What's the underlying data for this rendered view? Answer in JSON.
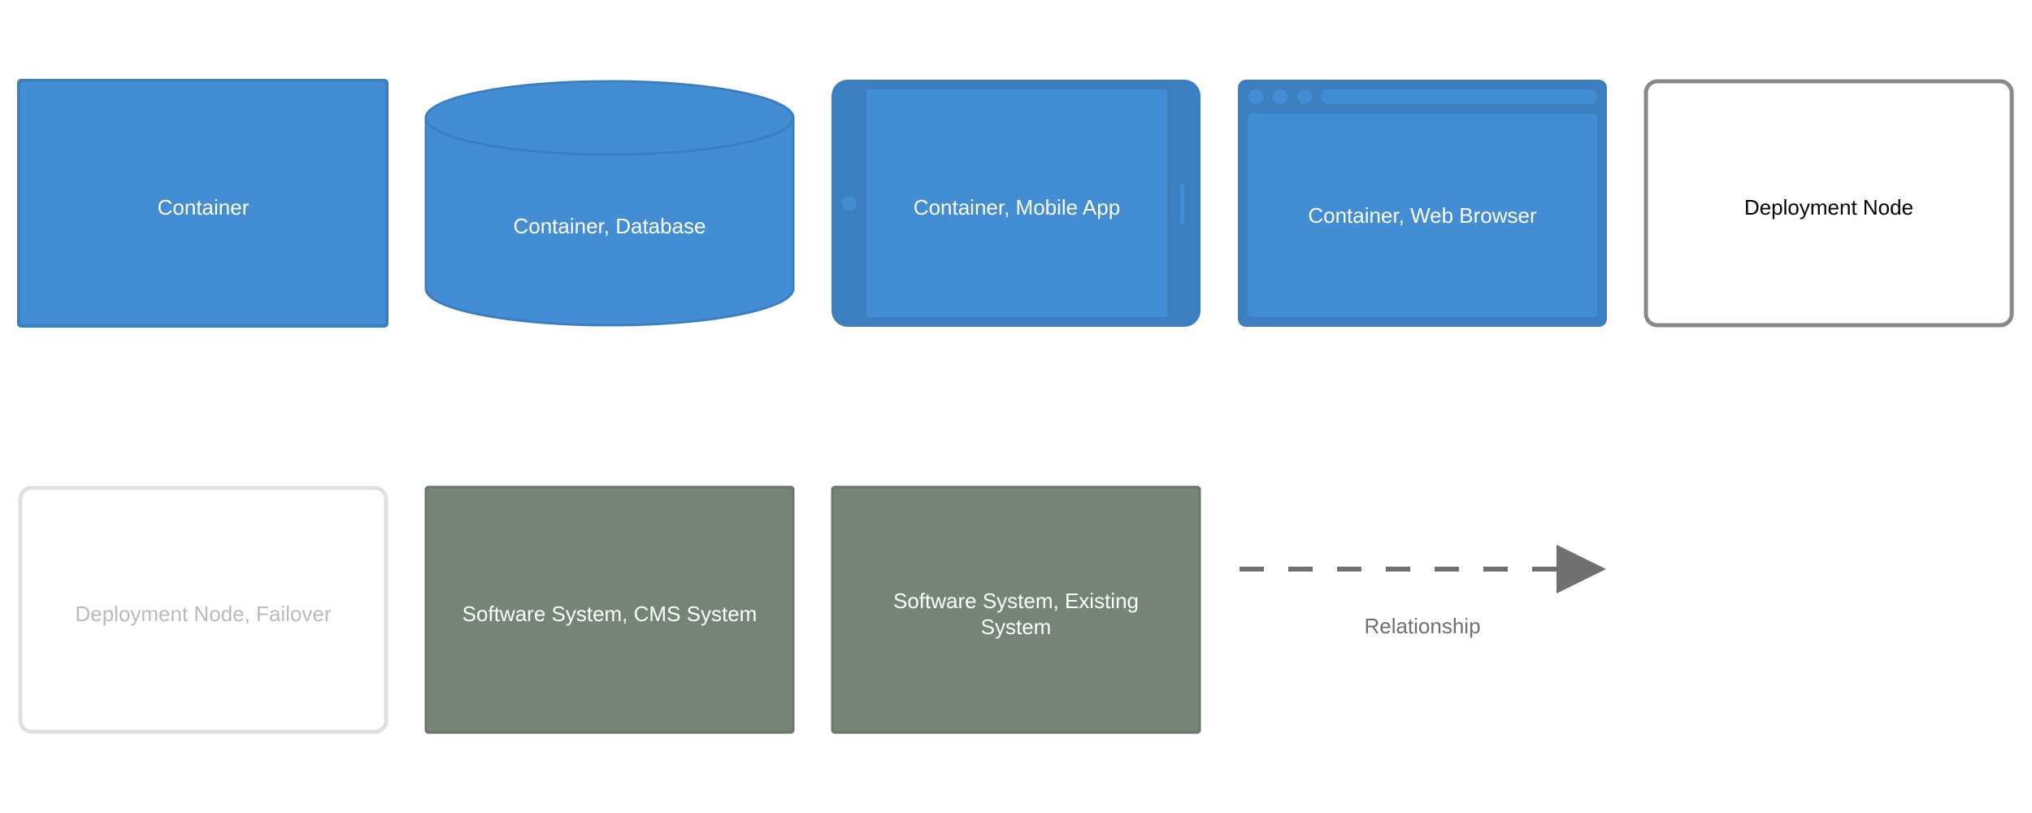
{
  "legend": {
    "container": {
      "label": "Container",
      "fill": "#438DD5",
      "stroke": "#3C7FC0",
      "text_color": "#FFFFFF"
    },
    "database": {
      "label": "Container, Database",
      "fill": "#438DD5",
      "stroke": "#3C7FC0",
      "text_color": "#FFFFFF"
    },
    "mobile_app": {
      "label": "Container, Mobile App",
      "fill": "#438DD5",
      "frame": "#3C7FC0",
      "text_color": "#FFFFFF"
    },
    "web_browser": {
      "label": "Container, Web Browser",
      "fill": "#438DD5",
      "frame": "#3C7FC0",
      "text_color": "#FFFFFF"
    },
    "deployment_node": {
      "label": "Deployment Node",
      "stroke": "#888888",
      "text_color": "#000000"
    },
    "deployment_node_failover": {
      "label": "Deployment Node, Failover",
      "stroke": "#E0E0E0",
      "text_color": "#BBBBBB"
    },
    "cms_system": {
      "label": "Software System, CMS System",
      "fill": "#758477",
      "stroke": "#6A776B",
      "text_color": "#FFFFFF"
    },
    "existing_system": {
      "label": "Software System, Existing System",
      "fill": "#758477",
      "stroke": "#6A776B",
      "text_color": "#FFFFFF"
    },
    "relationship": {
      "label": "Relationship",
      "line_color": "#707070",
      "text_color": "#707070",
      "style": "dashed",
      "arrow": "filled"
    }
  }
}
